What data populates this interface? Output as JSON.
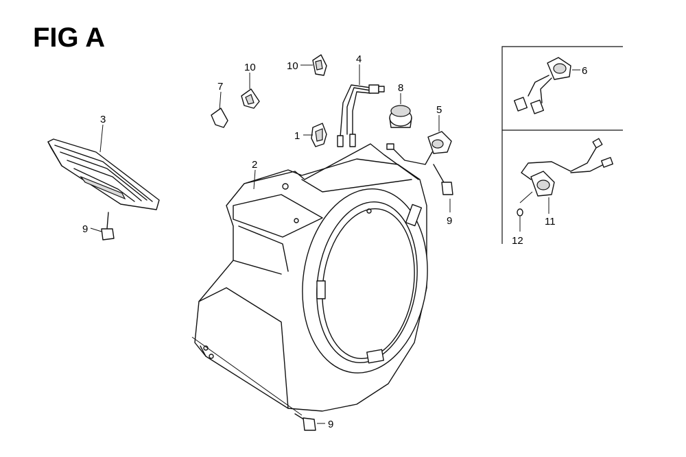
{
  "title": "FIG A",
  "callouts": {
    "c1": "1",
    "c2": "2",
    "c3": "3",
    "c4": "4",
    "c5": "5",
    "c6": "6",
    "c7": "7",
    "c8": "8",
    "c9a": "9",
    "c9b": "9",
    "c9c": "9",
    "c10a": "10",
    "c10b": "10",
    "c11": "11",
    "c12": "12"
  }
}
